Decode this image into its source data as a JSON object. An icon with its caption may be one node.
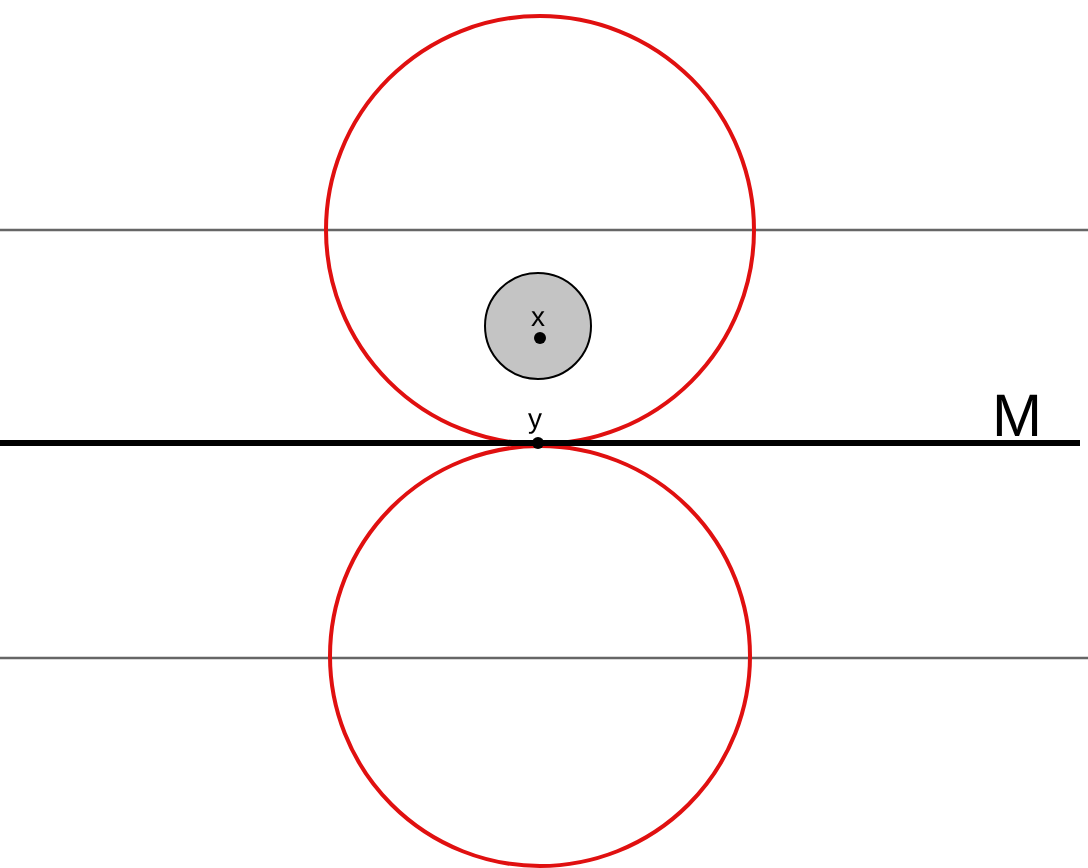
{
  "diagram": {
    "nodes": [
      {
        "text": [
          "x"
        ]
      }
    ],
    "labels": [
      "y",
      "M"
    ]
  }
}
